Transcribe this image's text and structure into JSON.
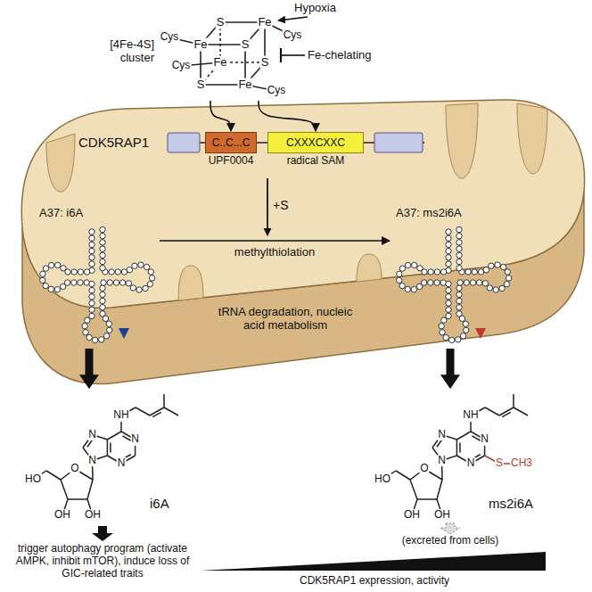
{
  "diagram": {
    "nodes": [
      {
        "text": [
          "[4Fe-4S] cluster"
        ]
      },
      {
        "text": [
          "CDK5RAP1"
        ]
      },
      {
        "text": [
          "C..C...C",
          "UPF0004"
        ],
        "in": 1
      },
      {
        "text": [
          "CXXXCXXC",
          "radical SAM"
        ],
        "in": 1
      },
      {
        "text": [
          "A37: i6A"
        ]
      },
      {
        "text": [
          "A37: ms2i6A"
        ]
      },
      {
        "text": [
          "i6A"
        ]
      },
      {
        "text": [
          "ms2i6A"
        ]
      }
    ],
    "edges": [
      {
        "from": 0,
        "to": 2,
        "arrow": "to"
      },
      {
        "from": 0,
        "to": 3,
        "arrow": "to"
      },
      {
        "from": 4,
        "to": 5,
        "label": "methylthiolation",
        "arrow": "to"
      },
      {
        "from": 4,
        "to": 6,
        "arrow": "to"
      },
      {
        "from": 5,
        "to": 7,
        "arrow": "to"
      }
    ],
    "labels": [
      "Hypoxia",
      "Fe-chelating",
      "Cys",
      "Cys",
      "Cys",
      "Cys",
      "Fe",
      "S",
      "Fe",
      "S",
      "S",
      "Fe",
      "S",
      "Fe",
      "+S",
      "tRNA degradation, nucleic acid metabolism",
      "NH",
      "N",
      "N",
      "N",
      "N",
      "O",
      "HO",
      "OH",
      "OH",
      "NH",
      "N",
      "N",
      "N",
      "N",
      "O",
      "HO",
      "OH",
      "OH",
      "S",
      "CH3",
      "trigger autophagy program (activate AMPK, inhibit mTOR), induce loss of GIC-related traits",
      "(excreted from cells)",
      "CDK5RAP1 expression, activity"
    ]
  }
}
